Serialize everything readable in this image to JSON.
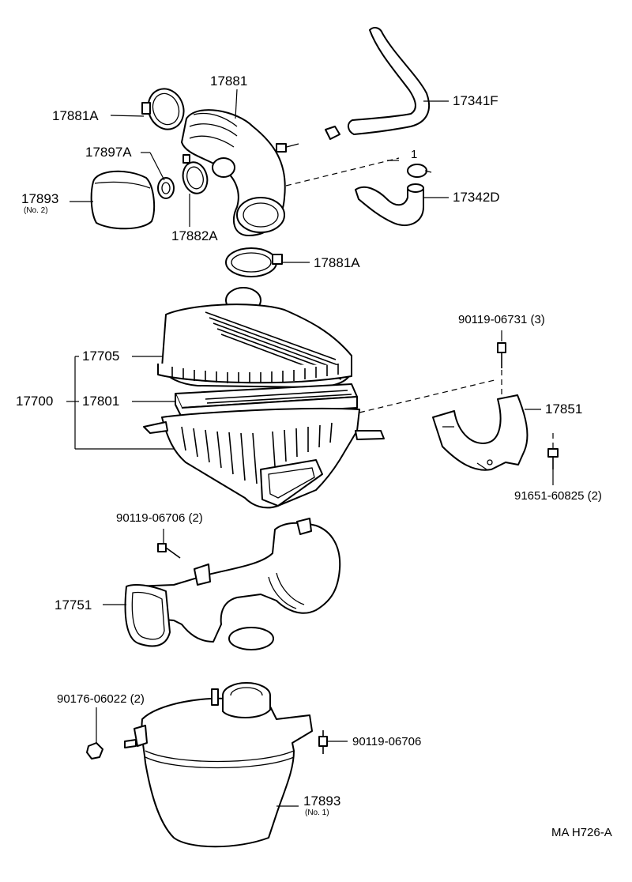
{
  "labels": {
    "p17881": "17881",
    "p17881a_top": "17881A",
    "p17341f": "17341F",
    "p17897a": "17897A",
    "p17893_no2": "17893",
    "p17893_no2_note": "(No. 2)",
    "clamp_ref": "1",
    "p17342d": "17342D",
    "p17882a": "17882A",
    "p17881a_mid": "17881A",
    "bolt_90119_06731": "90119-06731 (3)",
    "p17705": "17705",
    "p17700": "17700",
    "p17801": "17801",
    "p17851": "17851",
    "bolt_91651_60825": "91651-60825 (2)",
    "bolt_90119_06706_2": "90119-06706 (2)",
    "p17751": "17751",
    "nut_90176_06022": "90176-06022 (2)",
    "bolt_90119_06706": "90119-06706",
    "p17893_no1": "17893",
    "p17893_no1_note": "(No. 1)",
    "figure_ref": "MA H726-A"
  }
}
